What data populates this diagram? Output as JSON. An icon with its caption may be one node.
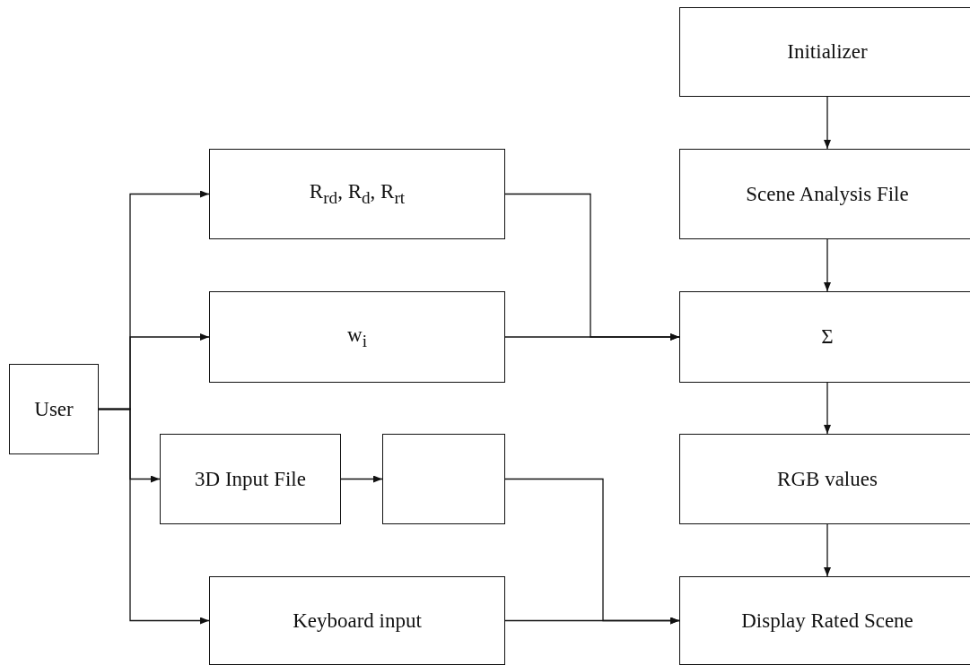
{
  "diagram": {
    "nodes": [
      {
        "text": [
          "User"
        ]
      },
      {
        "text": [
          "R$_{rd}$, R$_{d}$, R$_{rt}$"
        ]
      },
      {
        "text": [
          "w$_{i}$"
        ]
      },
      {
        "text": [
          "3D Input File"
        ]
      },
      {
        "text": [],
        "shape": "box"
      },
      {
        "text": [
          "Keyboard input"
        ]
      },
      {
        "text": [
          "Initializer"
        ]
      },
      {
        "text": [
          "Scene Analysis File"
        ]
      },
      {
        "text": [
          "Σ"
        ]
      },
      {
        "text": [
          "RGB values"
        ]
      },
      {
        "text": [
          "Display Rated Scene"
        ]
      }
    ],
    "edges": [
      {
        "from": 0,
        "to": 1,
        "arrow": "to"
      },
      {
        "from": 0,
        "to": 2,
        "arrow": "to"
      },
      {
        "from": 0,
        "to": 3,
        "arrow": "to"
      },
      {
        "from": 0,
        "to": 5,
        "arrow": "to"
      },
      {
        "from": 1,
        "to": 8,
        "arrow": "to"
      },
      {
        "from": 2,
        "to": 8,
        "arrow": "to"
      },
      {
        "from": 3,
        "to": 4,
        "arrow": "to"
      },
      {
        "from": 4,
        "to": 10,
        "arrow": "to"
      },
      {
        "from": 5,
        "to": 10,
        "arrow": "to"
      },
      {
        "from": 6,
        "to": 7,
        "arrow": "to"
      },
      {
        "from": 7,
        "to": 8,
        "arrow": "to"
      },
      {
        "from": 8,
        "to": 9,
        "arrow": "to"
      },
      {
        "from": 9,
        "to": 10,
        "arrow": "to"
      }
    ]
  }
}
